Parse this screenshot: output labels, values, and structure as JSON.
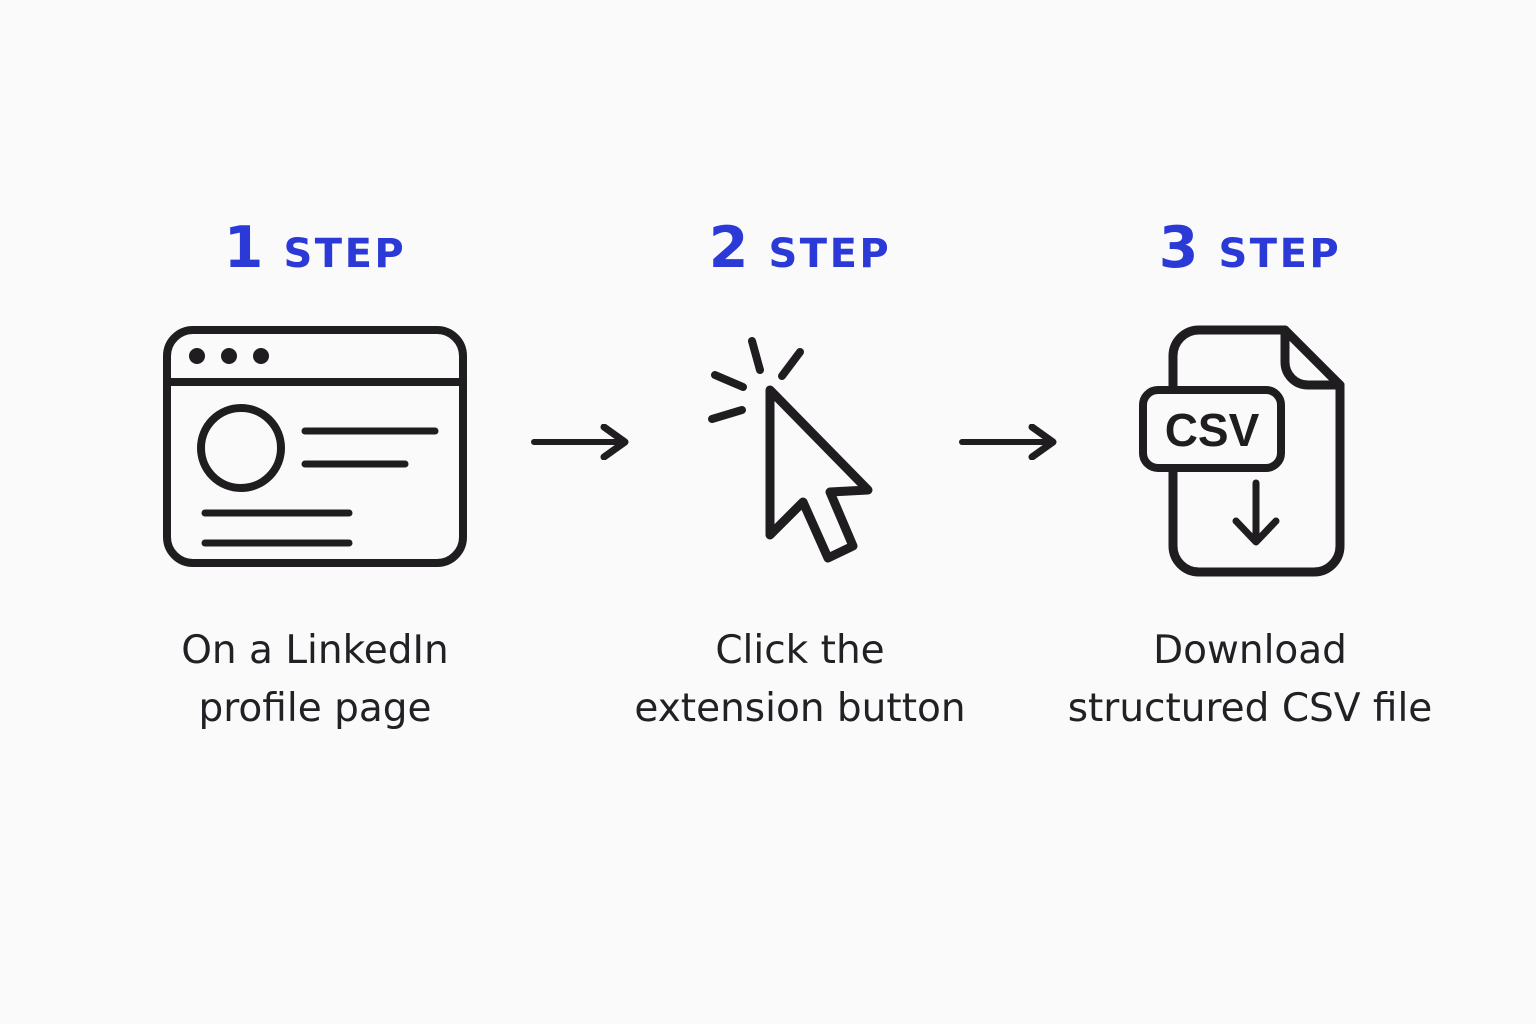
{
  "page": {
    "background_color": "#fafafa",
    "accent_color": "#2b3ad6",
    "ink_color": "#1f1d1f",
    "text_color": "#212125"
  },
  "steps": [
    {
      "number": "1",
      "label": "STEP",
      "icon": "browser-profile-icon",
      "caption_line1": "On a LinkedIn",
      "caption_line2": "profile page"
    },
    {
      "number": "2",
      "label": "STEP",
      "icon": "cursor-click-icon",
      "caption_line1": "Click the",
      "caption_line2": "extension button"
    },
    {
      "number": "3",
      "label": "STEP",
      "icon": "csv-file-download-icon",
      "badge_text": "CSV",
      "caption_line1": "Download",
      "caption_line2": "structured CSV file"
    }
  ],
  "arrows": [
    {
      "name": "arrow-right-icon"
    },
    {
      "name": "arrow-right-icon"
    }
  ]
}
